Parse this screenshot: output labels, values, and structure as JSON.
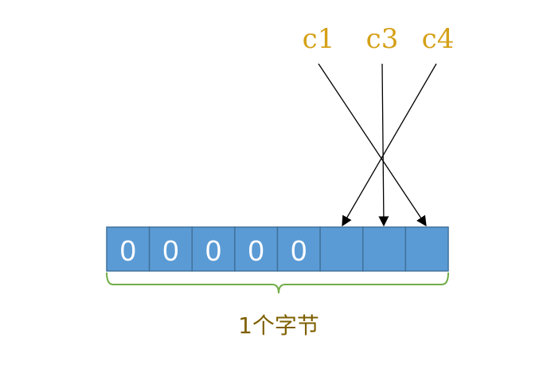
{
  "labels": {
    "c1": "c1",
    "c3": "c3",
    "c4": "c4"
  },
  "cells": [
    "0",
    "0",
    "0",
    "0",
    "0",
    "",
    "",
    ""
  ],
  "brace_label": "1个字节",
  "colors": {
    "cell_fill": "#5b9bd5",
    "cell_border": "#41719c",
    "label": "#d4a017",
    "brace": "#70ad47",
    "brace_label": "#7f6000"
  }
}
